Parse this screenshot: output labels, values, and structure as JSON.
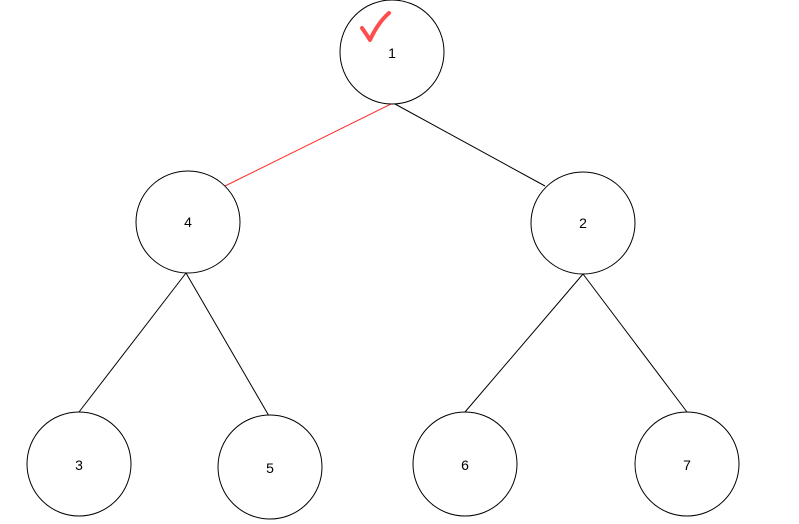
{
  "colors": {
    "node_stroke": "#000000",
    "edge": "#000000",
    "highlight_edge": "#ff2a2a",
    "checkmark": "#ff4d4d",
    "background": "#ffffff"
  },
  "nodes": [
    {
      "id": "n1",
      "label": "1",
      "marked": true
    },
    {
      "id": "n4",
      "label": "4"
    },
    {
      "id": "n2",
      "label": "2"
    },
    {
      "id": "n3",
      "label": "3"
    },
    {
      "id": "n5",
      "label": "5"
    },
    {
      "id": "n6",
      "label": "6"
    },
    {
      "id": "n7",
      "label": "7"
    }
  ],
  "edges": [
    {
      "from": "n1",
      "to": "n4",
      "highlighted": true
    },
    {
      "from": "n1",
      "to": "n2",
      "highlighted": false
    },
    {
      "from": "n4",
      "to": "n3",
      "highlighted": false
    },
    {
      "from": "n4",
      "to": "n5",
      "highlighted": false
    },
    {
      "from": "n2",
      "to": "n6",
      "highlighted": false
    },
    {
      "from": "n2",
      "to": "n7",
      "highlighted": false
    }
  ],
  "checkmark_icon": "checkmark-icon"
}
